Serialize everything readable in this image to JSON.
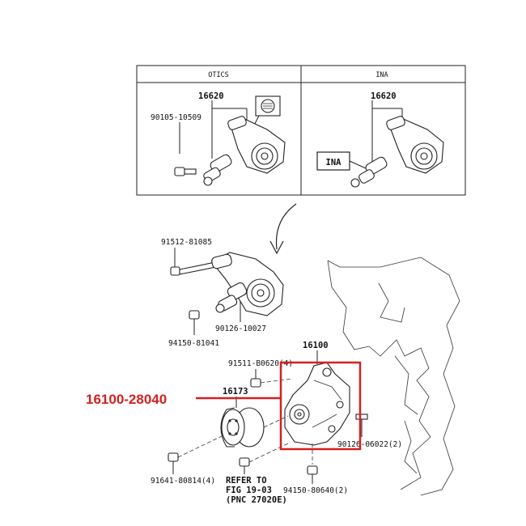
{
  "diagram": {
    "panel_headers": {
      "left": "OTICS",
      "right": "INA"
    },
    "inset_labels": {
      "otics_tensioner": "16620",
      "otics_bolt": "90105-10509",
      "ina_tensioner": "16620",
      "ina_badge": "INA"
    },
    "part_labels": {
      "tensioner_bolt": "91512-81085",
      "tensioner_stud": "90126-10027",
      "tensioner_nut": "94150-81041",
      "water_pump": "16100",
      "pump_bolt": "91511-B0620(4)",
      "pulley": "16173",
      "pump_stud": "90126-06022(2)",
      "pulley_bolt": "91641-80814(4)",
      "refer_line1": "REFER TO",
      "refer_line2": "FIG 19-03",
      "refer_line3": "(PNC 27020E)",
      "pump_nut": "94150-80640(2)"
    },
    "callout": {
      "part_number": "16100-28040",
      "color": "#d42020"
    }
  }
}
